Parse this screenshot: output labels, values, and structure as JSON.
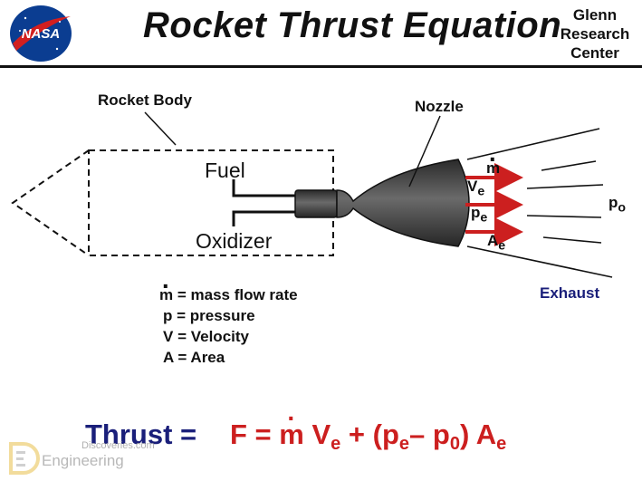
{
  "header": {
    "logo_text": "NASA",
    "title": "Rocket Thrust Equation",
    "center_lines": [
      "Glenn",
      "Research",
      "Center"
    ]
  },
  "diagram": {
    "rocket_body_label": "Rocket Body",
    "nozzle_label": "Nozzle",
    "fuel_label": "Fuel",
    "oxidizer_label": "Oxidizer",
    "exhaust_label": "Exhaust",
    "flow_labels": {
      "mdot": "m",
      "ve": "V",
      "ve_sub": "e",
      "pe": "p",
      "pe_sub": "e",
      "ae": "A",
      "ae_sub": "e"
    },
    "ambient_label": "p",
    "ambient_sub": "o"
  },
  "legend": [
    {
      "symbol": "m",
      "definition": "= mass flow rate"
    },
    {
      "symbol": "p",
      "definition": "= pressure"
    },
    {
      "symbol": "V",
      "definition": "= Velocity"
    },
    {
      "symbol": "A",
      "definition": "= Area"
    }
  ],
  "equation": {
    "label": "Thrust =",
    "f": "F =",
    "m": "m",
    "v": "V",
    "v_sub": "e",
    "plus_open": "+ (p",
    "pe_sub": "e",
    "minus": "– p",
    "p0_sub": "0",
    "close_a": ") A",
    "a_sub": "e"
  },
  "watermark": {
    "line1": "Discoveries.com",
    "line2": "Engineering"
  },
  "colors": {
    "red": "#cc1f1f",
    "navy": "#1a1f7a",
    "nozzle": "#3a3a3a"
  }
}
